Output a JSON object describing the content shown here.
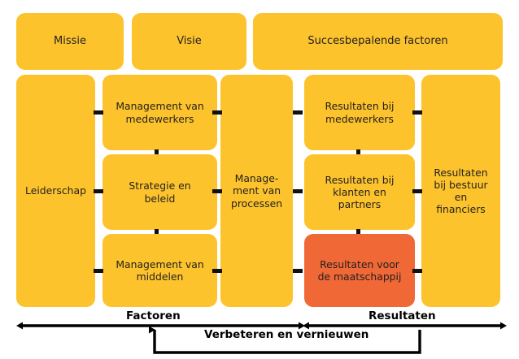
{
  "diagram": {
    "title_row": [
      {
        "id": "missie",
        "label": "Missie"
      },
      {
        "id": "visie",
        "label": "Visie"
      },
      {
        "id": "succesbepalende-factoren",
        "label": "Succesbepalende factoren"
      }
    ],
    "boxes": [
      {
        "id": "leiderschap",
        "label": "Leiderschap",
        "color": "#fcc32c"
      },
      {
        "id": "management-van-medewerkers",
        "label": "Management van\nmedewerkers",
        "color": "#fcc32c"
      },
      {
        "id": "strategie-en-beleid",
        "label": "Strategie en\nbeleid",
        "color": "#fcc32c"
      },
      {
        "id": "management-van-middelen",
        "label": "Management van\nmiddelen",
        "color": "#fcc32c"
      },
      {
        "id": "management-van-processen",
        "label": "Manage-\nment van\nprocessen",
        "color": "#fcc32c"
      },
      {
        "id": "resultaten-bij-medewerkers",
        "label": "Resultaten bij\nmedewerkers",
        "color": "#fcc32c"
      },
      {
        "id": "resultaten-bij-klanten-en-partners",
        "label": "Resultaten bij\nklanten en\npartners",
        "color": "#fcc32c"
      },
      {
        "id": "resultaten-voor-de-maatschappij",
        "label": "Resultaten voor\nde maatschappij",
        "color": "#ef6836"
      },
      {
        "id": "resultaten-bij-bestuur-en-financiers",
        "label": "Resultaten\nbij bestuur\nen\nfinanciers",
        "color": "#fcc32c"
      }
    ],
    "arrows": {
      "factoren": "Factoren",
      "resultaten": "Resultaten",
      "feedback": "Verbeteren en vernieuwen"
    },
    "colors": {
      "accent_yellow": "#fcc32c",
      "accent_orange": "#ef6836",
      "text": "#231f20",
      "line": "#000000"
    }
  }
}
